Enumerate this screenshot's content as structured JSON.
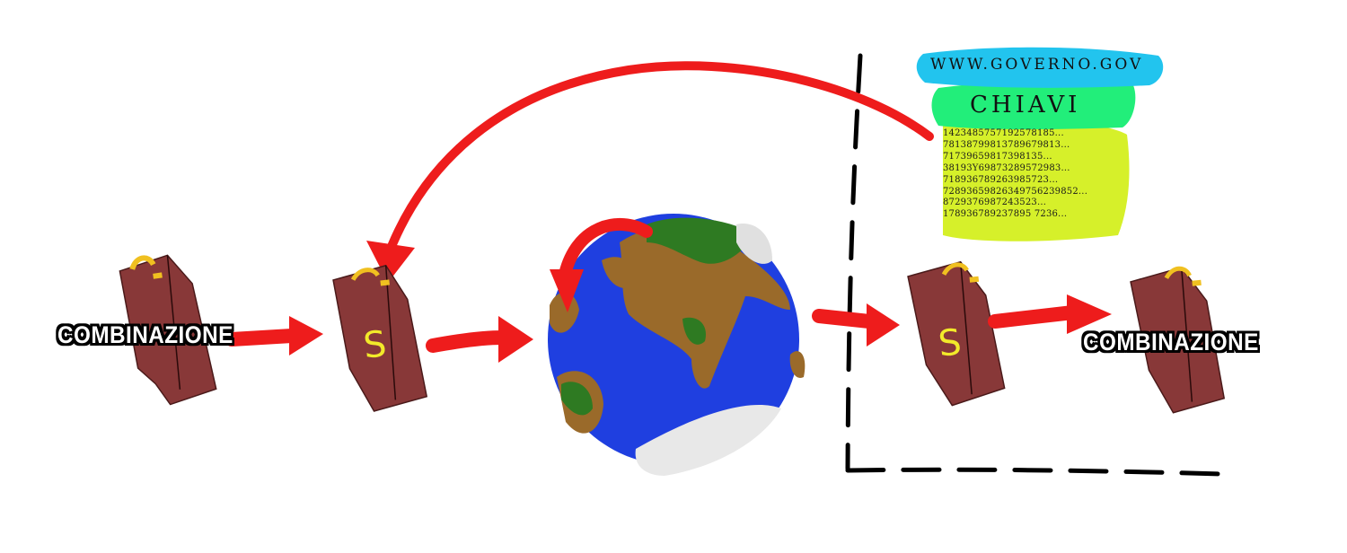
{
  "labels": {
    "left": "COMBINAZIONE",
    "right": "COMBINAZIONE"
  },
  "key_server": {
    "url": "WWW.GOVERNO.GOV",
    "title": "CHIAVI",
    "keys": [
      "1423485757192578185...",
      "7813879981378967981​3...",
      "71739659817398135...",
      "38193Y69873289572983...",
      "718936789263985723...",
      "72893659826349756239852...",
      "8729376987243523...",
      "178936789237895 7236..."
    ]
  },
  "case_symbol": "S",
  "colors": {
    "arrow": "#ee1c1c",
    "briefcase": "#883838",
    "gold": "#f0c020",
    "ocean": "#1f3fe0",
    "land": "#9a6a2a",
    "forest": "#2e7a22",
    "url_banner": "#22c4ee",
    "title_banner": "#22ee7a",
    "keys_panel": "#d6f02a"
  }
}
